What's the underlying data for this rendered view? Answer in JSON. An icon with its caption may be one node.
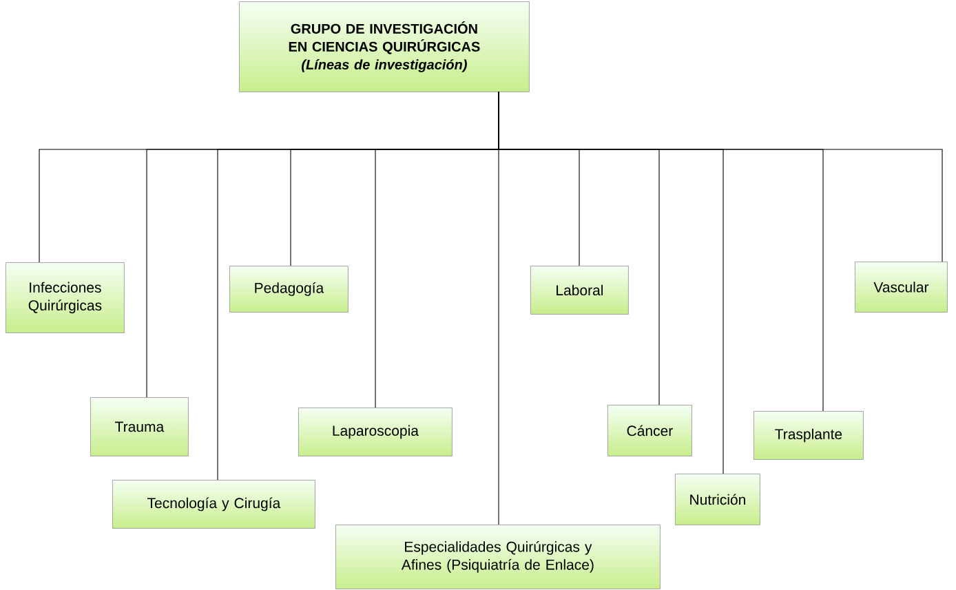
{
  "diagram": {
    "nodes": [
      {
        "text": [
          "GRUPO DE INVESTIGACIÓN EN CIENCIAS QUIRÚRGICAS",
          "(Líneas de investigación)"
        ]
      },
      {
        "text": [
          "Infecciones Quirúrgicas"
        ]
      },
      {
        "text": [
          "Trauma"
        ]
      },
      {
        "text": [
          "Tecnología y Cirugía"
        ]
      },
      {
        "text": [
          "Pedagogía"
        ]
      },
      {
        "text": [
          "Laparoscopia"
        ]
      },
      {
        "text": [
          "Especialidades Quirúrgicas y Afines (Psiquiatría de Enlace)"
        ]
      },
      {
        "text": [
          "Laboral"
        ]
      },
      {
        "text": [
          "Cáncer"
        ]
      },
      {
        "text": [
          "Nutrición"
        ]
      },
      {
        "text": [
          "Trasplante"
        ]
      },
      {
        "text": [
          "Vascular"
        ]
      }
    ],
    "edges": [
      {
        "from": 0,
        "to": 1,
        "arrow": "none"
      },
      {
        "from": 0,
        "to": 2,
        "arrow": "none"
      },
      {
        "from": 0,
        "to": 3,
        "arrow": "none"
      },
      {
        "from": 0,
        "to": 4,
        "arrow": "none"
      },
      {
        "from": 0,
        "to": 5,
        "arrow": "none"
      },
      {
        "from": 0,
        "to": 6,
        "arrow": "none"
      },
      {
        "from": 0,
        "to": 7,
        "arrow": "none"
      },
      {
        "from": 0,
        "to": 8,
        "arrow": "none"
      },
      {
        "from": 0,
        "to": 9,
        "arrow": "none"
      },
      {
        "from": 0,
        "to": 10,
        "arrow": "none"
      },
      {
        "from": 0,
        "to": 11,
        "arrow": "none"
      }
    ]
  }
}
